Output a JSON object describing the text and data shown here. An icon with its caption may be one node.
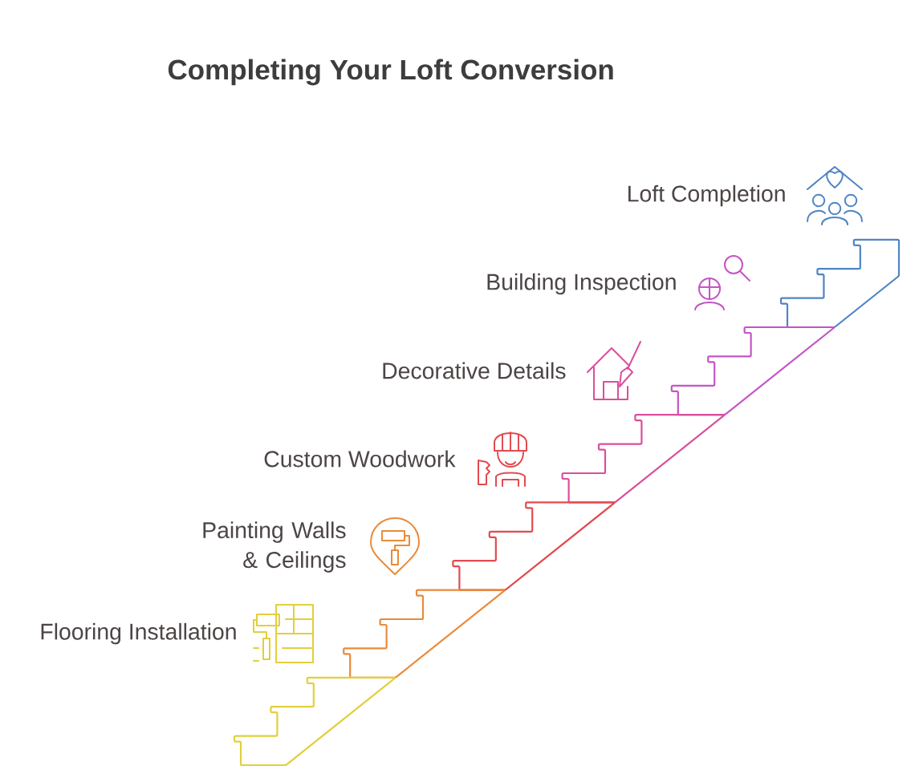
{
  "diagram": {
    "title": "Completing Your Loft Conversion",
    "nodes": [
      {
        "text": [
          "Loft Completion"
        ]
      },
      {
        "text": [
          "Building Inspection"
        ]
      },
      {
        "text": [
          "Decorative Details"
        ]
      },
      {
        "text": [
          "Custom Woodwork"
        ]
      },
      {
        "text": [
          "Painting Walls & Ceilings"
        ]
      },
      {
        "text": [
          "Flooring Installation"
        ]
      }
    ]
  }
}
